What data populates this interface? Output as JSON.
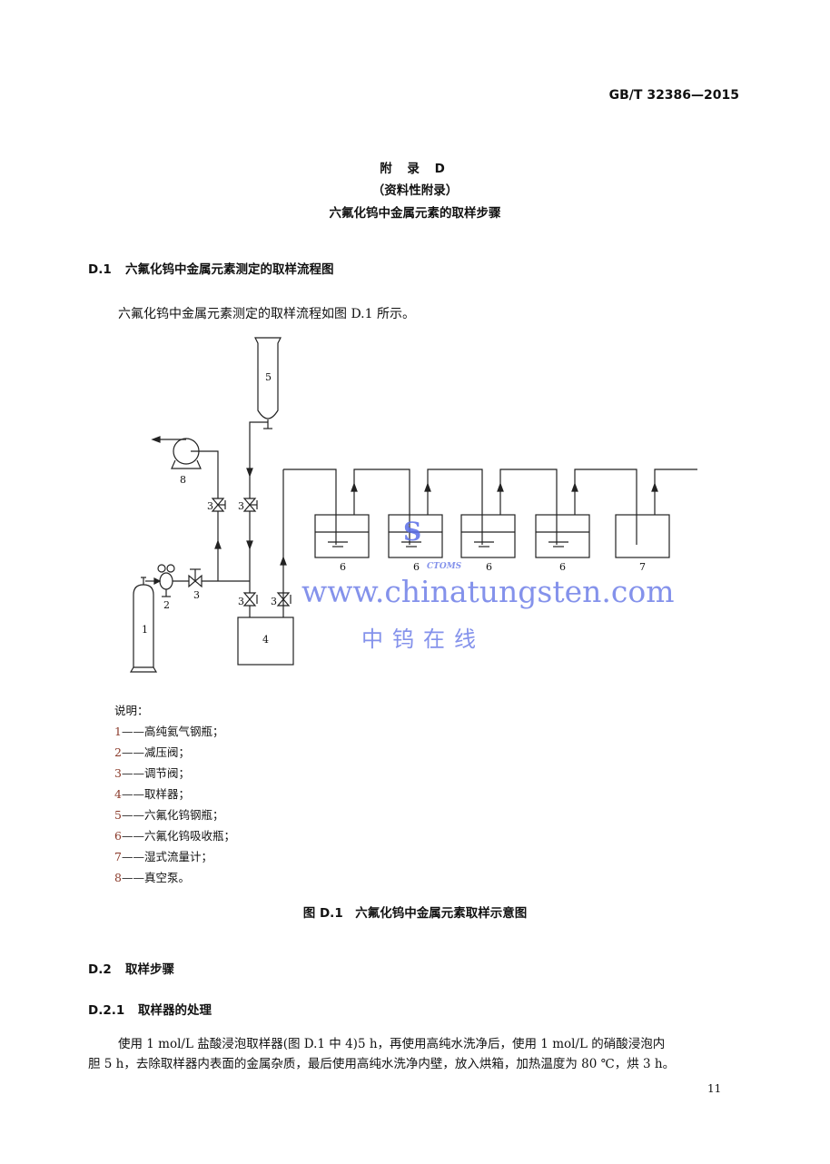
{
  "header": {
    "standard_no": "GB/T 32386—2015"
  },
  "appendix": {
    "title": "附 录 D",
    "subtitle": "（资料性附录）",
    "heading": "六氟化钨中金属元素的取样步骤"
  },
  "section_d1": {
    "number": "D.1",
    "title": "六氟化钨中金属元素测定的取样流程图",
    "text": "六氟化钨中金属元素测定的取样流程如图 D.1 所示。"
  },
  "diagram": {
    "labels": {
      "cylinder": "1",
      "regulator": "2",
      "valve": "3",
      "sampler": "4",
      "wf6_cylinder": "5",
      "absorber": "6",
      "flowmeter": "7",
      "pump": "8"
    },
    "watermark_url": "www.chinatungsten.com",
    "watermark_cn": "中钨在线",
    "logo_text": "CTOMS"
  },
  "legend": {
    "title": "说明：",
    "items": [
      {
        "num": "1",
        "text": "——高纯氦气钢瓶；"
      },
      {
        "num": "2",
        "text": "——减压阀；"
      },
      {
        "num": "3",
        "text": "——调节阀；"
      },
      {
        "num": "4",
        "text": "——取样器；"
      },
      {
        "num": "5",
        "text": "——六氟化钨钢瓶；"
      },
      {
        "num": "6",
        "text": "——六氟化钨吸收瓶；"
      },
      {
        "num": "7",
        "text": "——湿式流量计；"
      },
      {
        "num": "8",
        "text": "——真空泵。"
      }
    ]
  },
  "figure_caption": "图 D.1　六氟化钨中金属元素取样示意图",
  "section_d2": {
    "number": "D.2",
    "title": "取样步骤"
  },
  "section_d21": {
    "number": "D.2.1",
    "title": "取样器的处理",
    "line1": "使用 1 mol/L 盐酸浸泡取样器(图 D.1 中 4)5 h，再使用高纯水洗净后，使用 1 mol/L 的硝酸浸泡内",
    "line2": "胆 5 h，去除取样器内表面的金属杂质，最后使用高纯水洗净内壁，放入烘箱，加热温度为 80 ℃，烘 3 h。"
  },
  "footer": {
    "page_number": "11"
  }
}
